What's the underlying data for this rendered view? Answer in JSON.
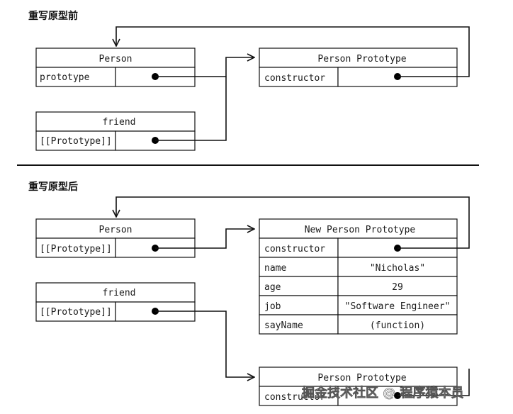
{
  "top": {
    "heading": "重写原型前",
    "person": {
      "title": "Person",
      "row": "prototype"
    },
    "friend": {
      "title": "friend",
      "row": "[[Prototype]]"
    },
    "proto": {
      "title": "Person Prototype",
      "row": "constructor"
    }
  },
  "bottom": {
    "heading": "重写原型后",
    "person": {
      "title": "Person",
      "row": "[[Prototype]]"
    },
    "friend": {
      "title": "friend",
      "row": "[[Prototype]]"
    },
    "new_proto": {
      "title": "New Person Prototype",
      "rows": [
        {
          "key": "constructor",
          "value": ""
        },
        {
          "key": "name",
          "value": "\"Nicholas\""
        },
        {
          "key": "age",
          "value": "29"
        },
        {
          "key": "job",
          "value": "\"Software Engineer\""
        },
        {
          "key": "sayName",
          "value": "(function)"
        }
      ]
    },
    "old_proto": {
      "title": "Person Prototype",
      "row": "constructor"
    }
  },
  "watermark": "掘金技术社区 @ 程序猿本员"
}
